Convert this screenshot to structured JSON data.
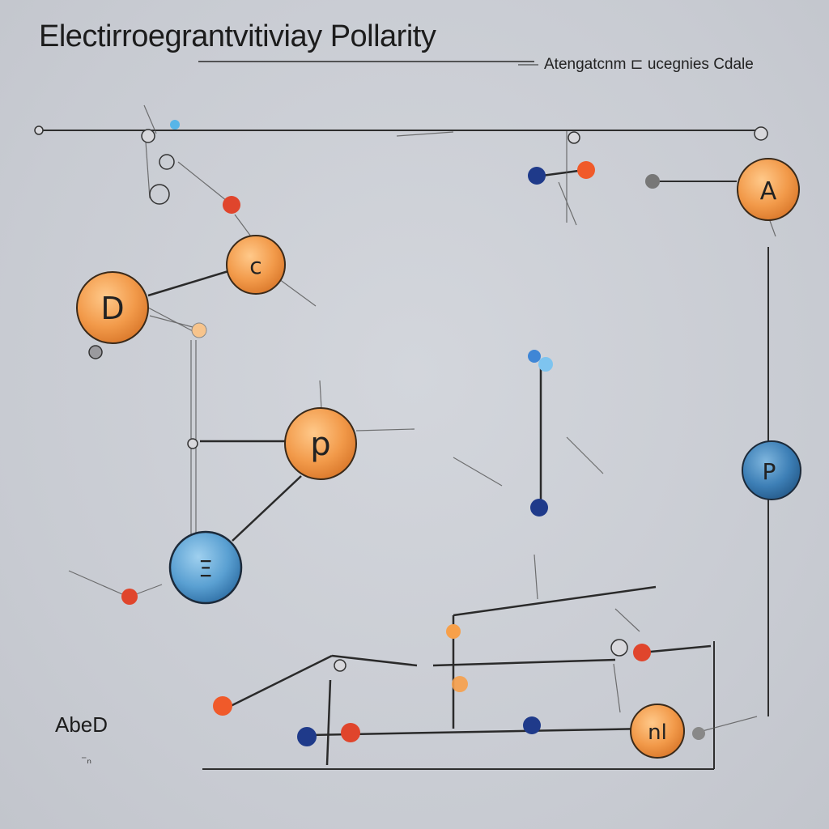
{
  "diagram": {
    "title": "Electirroegrantvitiviay Pollarity",
    "legend": "Atengatcnm  ⊏  ucegnies Cdale",
    "corner_label": "AbeD",
    "corner_sub": "⁻ₙ",
    "atoms": [
      {
        "id": "A",
        "label": "A",
        "color": "orange"
      },
      {
        "id": "C",
        "label": "c",
        "color": "orange"
      },
      {
        "id": "D",
        "label": "D",
        "color": "orange"
      },
      {
        "id": "P-large",
        "label": "p",
        "color": "orange"
      },
      {
        "id": "E",
        "label": "Ξ",
        "color": "blue"
      },
      {
        "id": "P-right",
        "label": "P",
        "color": "blue"
      },
      {
        "id": "N",
        "label": "nl",
        "color": "orange"
      }
    ]
  },
  "colors": {
    "background": "#c9ccd3",
    "orange": "#f29a4a",
    "blue": "#4a8fc4",
    "red": "#e0452c",
    "navy": "#1f3a8a",
    "line": "#2a2a2a"
  }
}
